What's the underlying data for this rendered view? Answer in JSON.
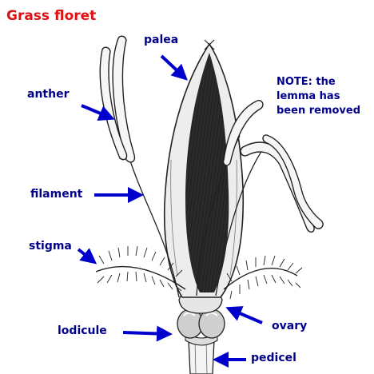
{
  "title": "Grass floret",
  "note": "NOTE: the\nlemma has\nbeen removed",
  "labels": {
    "palea": "palea",
    "anther": "anther",
    "filament": "filament",
    "stigma": "stigma",
    "ovary": "ovary",
    "lodicule": "lodicule",
    "pedicel": "pedicel"
  },
  "colors": {
    "title": "#dd1111",
    "label": "#00008b",
    "arrow": "#0000cc",
    "ink": "#222222"
  }
}
